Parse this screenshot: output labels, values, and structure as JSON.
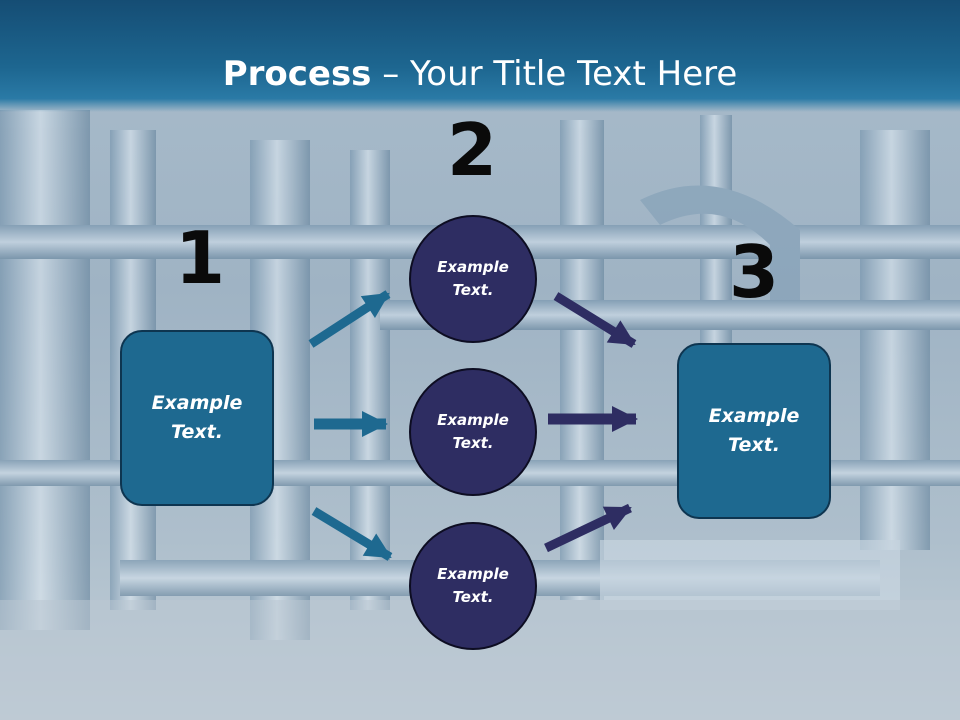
{
  "title": {
    "bold": "Process",
    "rest": " – Your Title Text Here"
  },
  "steps": [
    {
      "number": "1",
      "text_line1": "Example",
      "text_line2": "Text."
    },
    {
      "number": "2",
      "text_line1": "Example",
      "text_line2": "Text."
    },
    {
      "number": "3",
      "text_line1": "Example",
      "text_line2": "Text."
    }
  ],
  "middle_circles": [
    {
      "text_line1": "Example",
      "text_line2": "Text."
    },
    {
      "text_line1": "Example",
      "text_line2": "Text."
    },
    {
      "text_line1": "Example",
      "text_line2": "Text."
    }
  ],
  "colors": {
    "header": "#1d6690",
    "box_fill": "#1e6990",
    "circle_fill": "#2e2d62",
    "arrow_left": "#1e6990",
    "arrow_right": "#2e2d62"
  }
}
